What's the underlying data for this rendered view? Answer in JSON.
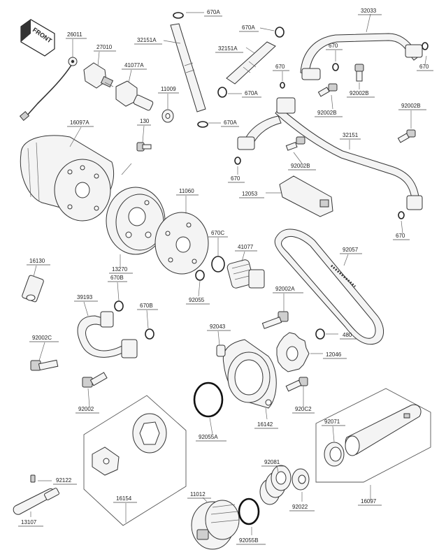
{
  "front_label": "FRONT",
  "callouts": [
    {
      "id": "26011",
      "text": "26011"
    },
    {
      "id": "27010",
      "text": "27010"
    },
    {
      "id": "41077A",
      "text": "41077A"
    },
    {
      "id": "11009",
      "text": "11009"
    },
    {
      "id": "130",
      "text": "130"
    },
    {
      "id": "16097A",
      "text": "16097A"
    },
    {
      "id": "32151A_1",
      "text": "32151A"
    },
    {
      "id": "670A_1",
      "text": "670A"
    },
    {
      "id": "670A_2",
      "text": "670A"
    },
    {
      "id": "32151A_2",
      "text": "32151A"
    },
    {
      "id": "670A_3",
      "text": "670A"
    },
    {
      "id": "670A_4",
      "text": "670A"
    },
    {
      "id": "32033",
      "text": "32033"
    },
    {
      "id": "670_1",
      "text": "670"
    },
    {
      "id": "670_2",
      "text": "670"
    },
    {
      "id": "670_3",
      "text": "670"
    },
    {
      "id": "92002B_1",
      "text": "92002B"
    },
    {
      "id": "92002B_2",
      "text": "92002B"
    },
    {
      "id": "92002B_3",
      "text": "92002B"
    },
    {
      "id": "92002B_4",
      "text": "92002B"
    },
    {
      "id": "32151",
      "text": "32151"
    },
    {
      "id": "670_4",
      "text": "670"
    },
    {
      "id": "12053",
      "text": "12053"
    },
    {
      "id": "670_5",
      "text": "670"
    },
    {
      "id": "11060",
      "text": "11060"
    },
    {
      "id": "13270",
      "text": "13270"
    },
    {
      "id": "670C",
      "text": "670C"
    },
    {
      "id": "41077",
      "text": "41077"
    },
    {
      "id": "92057",
      "text": "92057"
    },
    {
      "id": "16130",
      "text": "16130"
    },
    {
      "id": "670B_1",
      "text": "670B"
    },
    {
      "id": "39193",
      "text": "39193"
    },
    {
      "id": "670B_2",
      "text": "670B"
    },
    {
      "id": "92055",
      "text": "92055"
    },
    {
      "id": "92002A",
      "text": "92002A"
    },
    {
      "id": "92043",
      "text": "92043"
    },
    {
      "id": "480",
      "text": "480"
    },
    {
      "id": "92002C",
      "text": "92002C"
    },
    {
      "id": "12046",
      "text": "12046"
    },
    {
      "id": "92002",
      "text": "92002"
    },
    {
      "id": "920C2",
      "text": "920C2"
    },
    {
      "id": "92055A",
      "text": "92055A"
    },
    {
      "id": "16142",
      "text": "16142"
    },
    {
      "id": "92071",
      "text": "92071"
    },
    {
      "id": "16154",
      "text": "16154"
    },
    {
      "id": "92122",
      "text": "92122"
    },
    {
      "id": "92081",
      "text": "92081"
    },
    {
      "id": "13107",
      "text": "13107"
    },
    {
      "id": "11012",
      "text": "11012"
    },
    {
      "id": "92022",
      "text": "92022"
    },
    {
      "id": "16097",
      "text": "16097"
    },
    {
      "id": "92055B",
      "text": "92055B"
    }
  ]
}
